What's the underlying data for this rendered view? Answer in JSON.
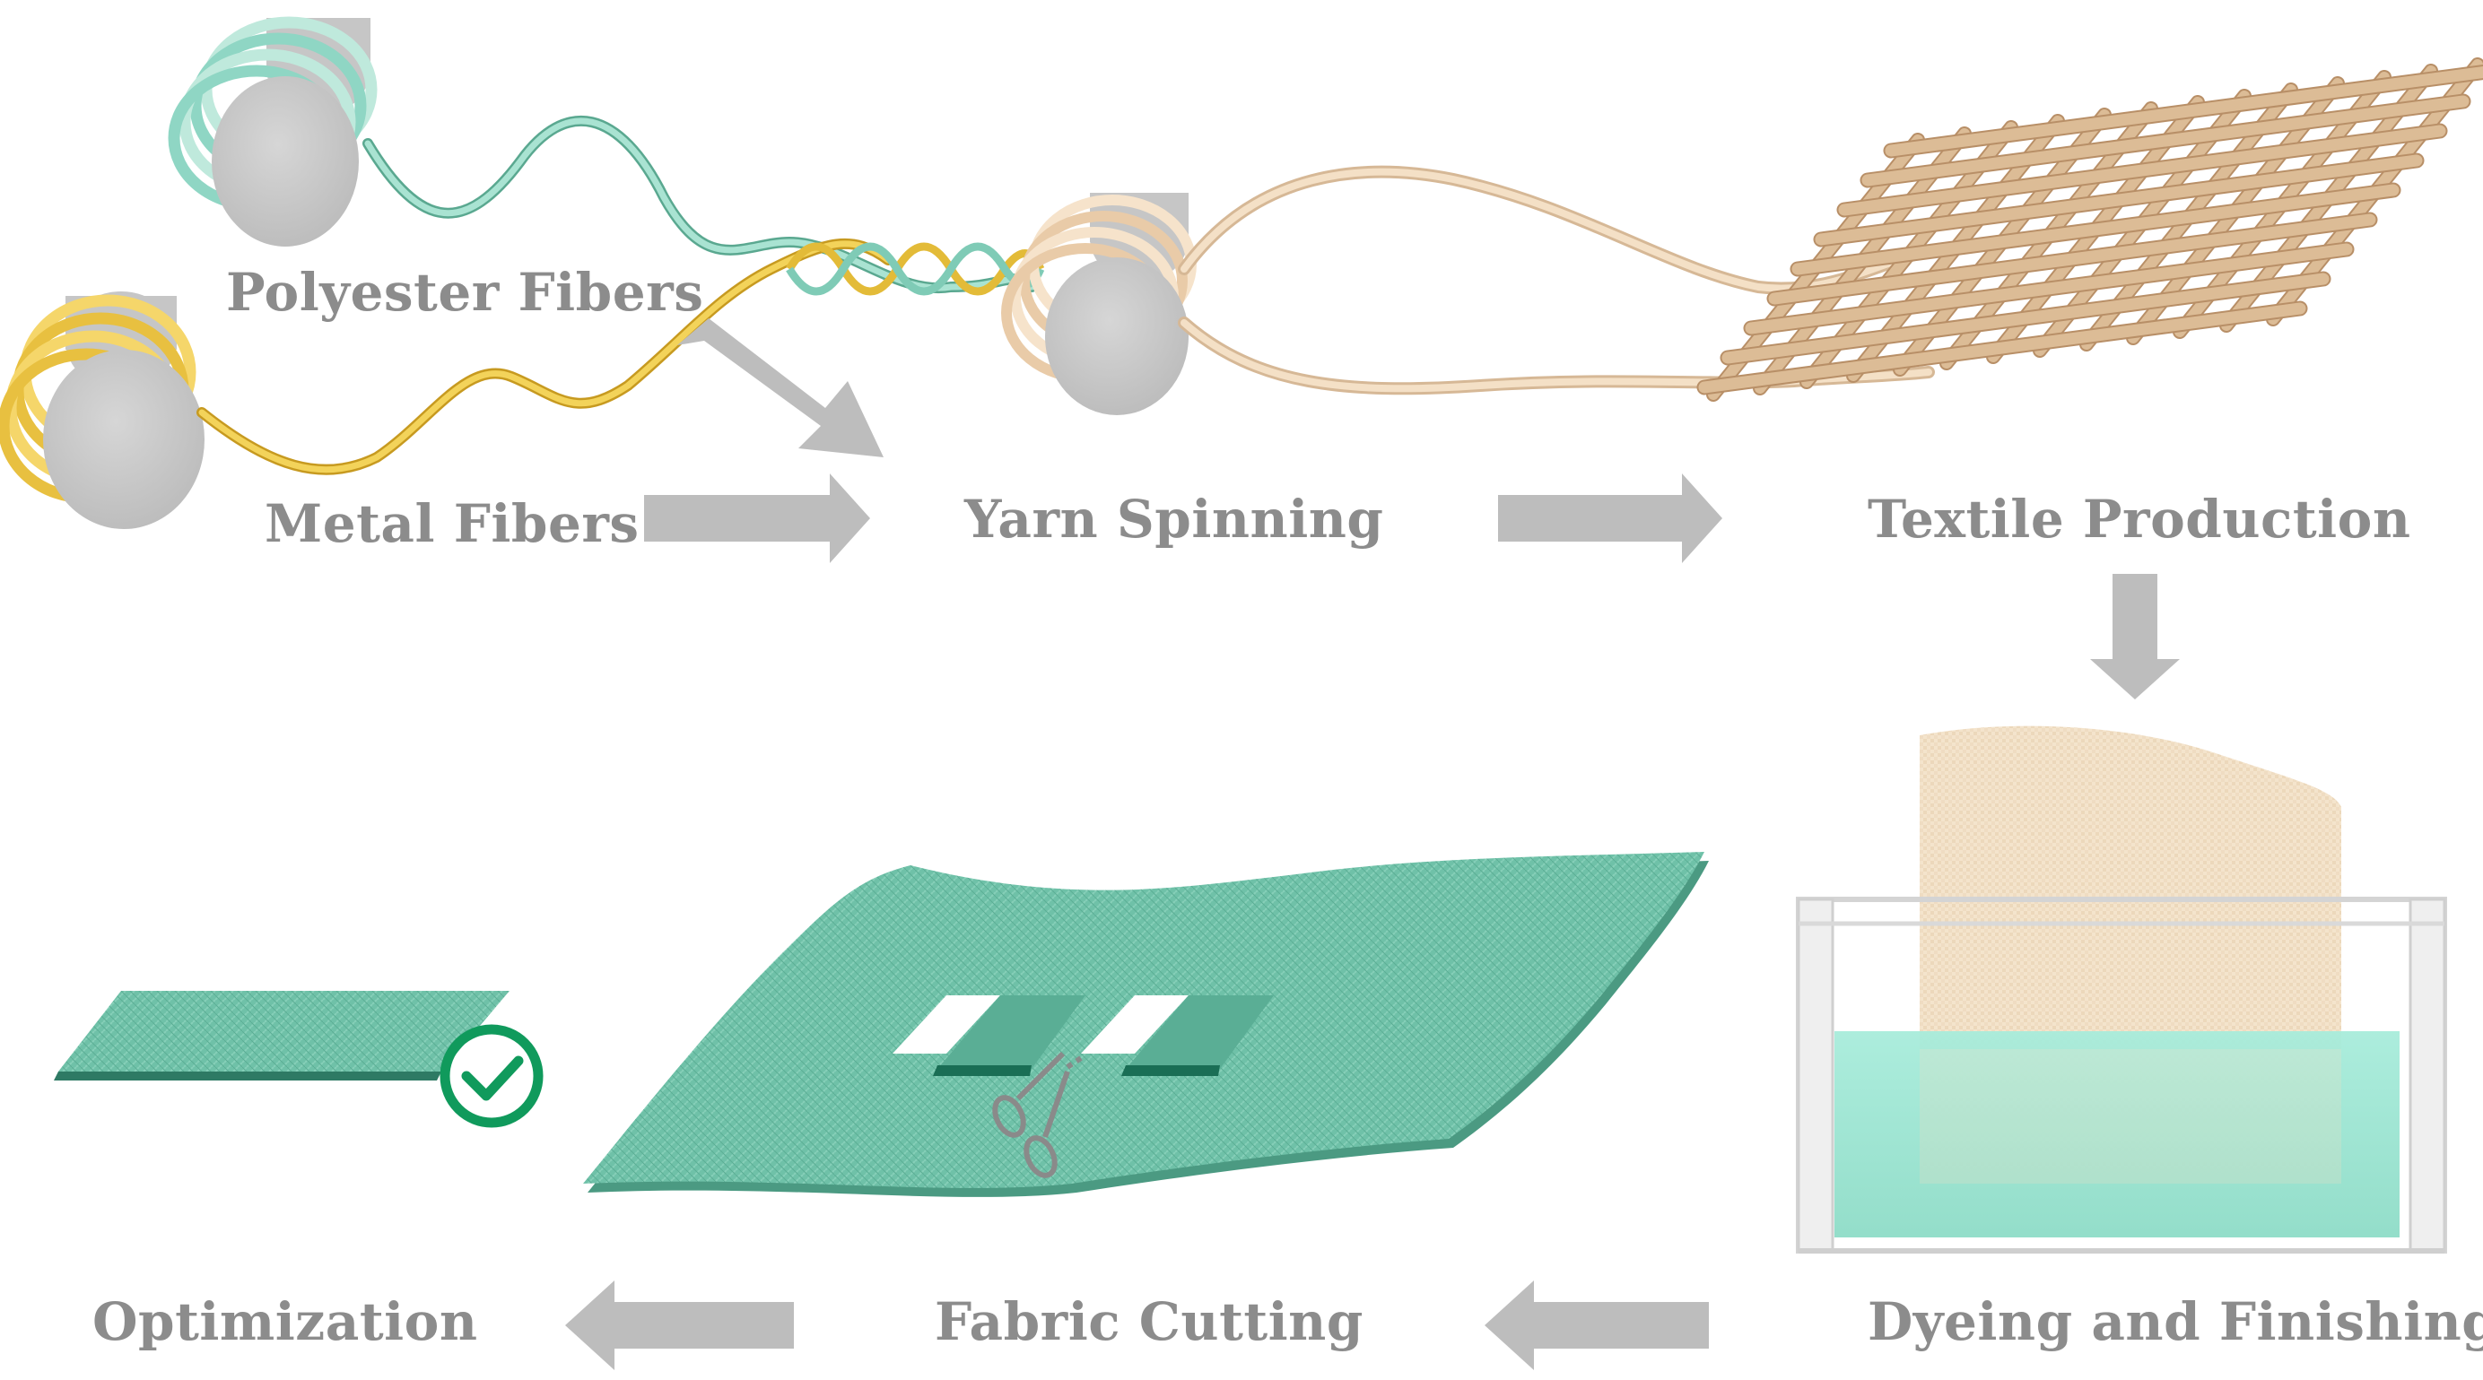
{
  "labels": {
    "polyester": "Polyester Fibers",
    "metal": "Metal Fibers",
    "yarn": "Yarn Spinning",
    "textile": "Textile Production",
    "dyeing": "Dyeing and Finishing",
    "cutting": "Fabric Cutting",
    "optimization": "Optimization"
  },
  "colors": {
    "polyester_fiber": "#8fd6c4",
    "metal_fiber": "#e8c040",
    "yarn": "#f1d8b8",
    "textile": "#d4b08a",
    "fabric_green": "#6bbfa6",
    "dye_liquid": "#9ee6d4",
    "arrow_gray": "#bdbdbd",
    "label_gray": "#8c8c8c",
    "check_green": "#109a5c"
  },
  "icons": [
    "scissors-icon",
    "checkmark-icon"
  ]
}
